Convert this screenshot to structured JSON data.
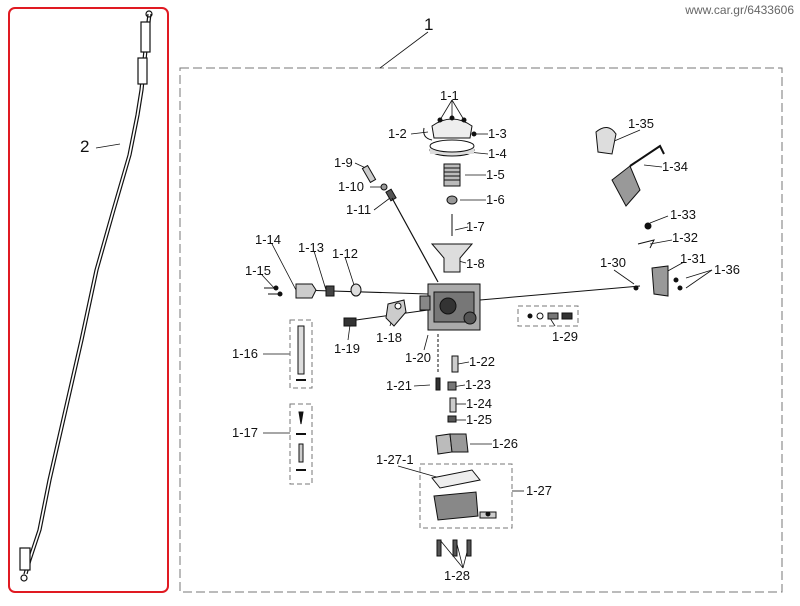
{
  "watermark": "www.car.gr/6433606",
  "colors": {
    "frame": "#e01a22",
    "line": "#111111",
    "dash": "#777777"
  },
  "callouts": {
    "main": "1",
    "cable": "2",
    "p1_1": "1-1",
    "p1_2": "1-2",
    "p1_3": "1-3",
    "p1_4": "1-4",
    "p1_5": "1-5",
    "p1_6": "1-6",
    "p1_7": "1-7",
    "p1_8": "1-8",
    "p1_9": "1-9",
    "p1_10": "1-10",
    "p1_11": "1-11",
    "p1_12": "1-12",
    "p1_13": "1-13",
    "p1_14": "1-14",
    "p1_15": "1-15",
    "p1_16": "1-16",
    "p1_17": "1-17",
    "p1_18": "1-18",
    "p1_19": "1-19",
    "p1_20": "1-20",
    "p1_21": "1-21",
    "p1_22": "1-22",
    "p1_23": "1-23",
    "p1_24": "1-24",
    "p1_25": "1-25",
    "p1_26": "1-26",
    "p1_27": "1-27",
    "p1_27_1": "1-27-1",
    "p1_28": "1-28",
    "p1_29": "1-29",
    "p1_30": "1-30",
    "p1_31": "1-31",
    "p1_32": "1-32",
    "p1_33": "1-33",
    "p1_34": "1-34",
    "p1_35": "1-35",
    "p1_36": "1-36"
  }
}
